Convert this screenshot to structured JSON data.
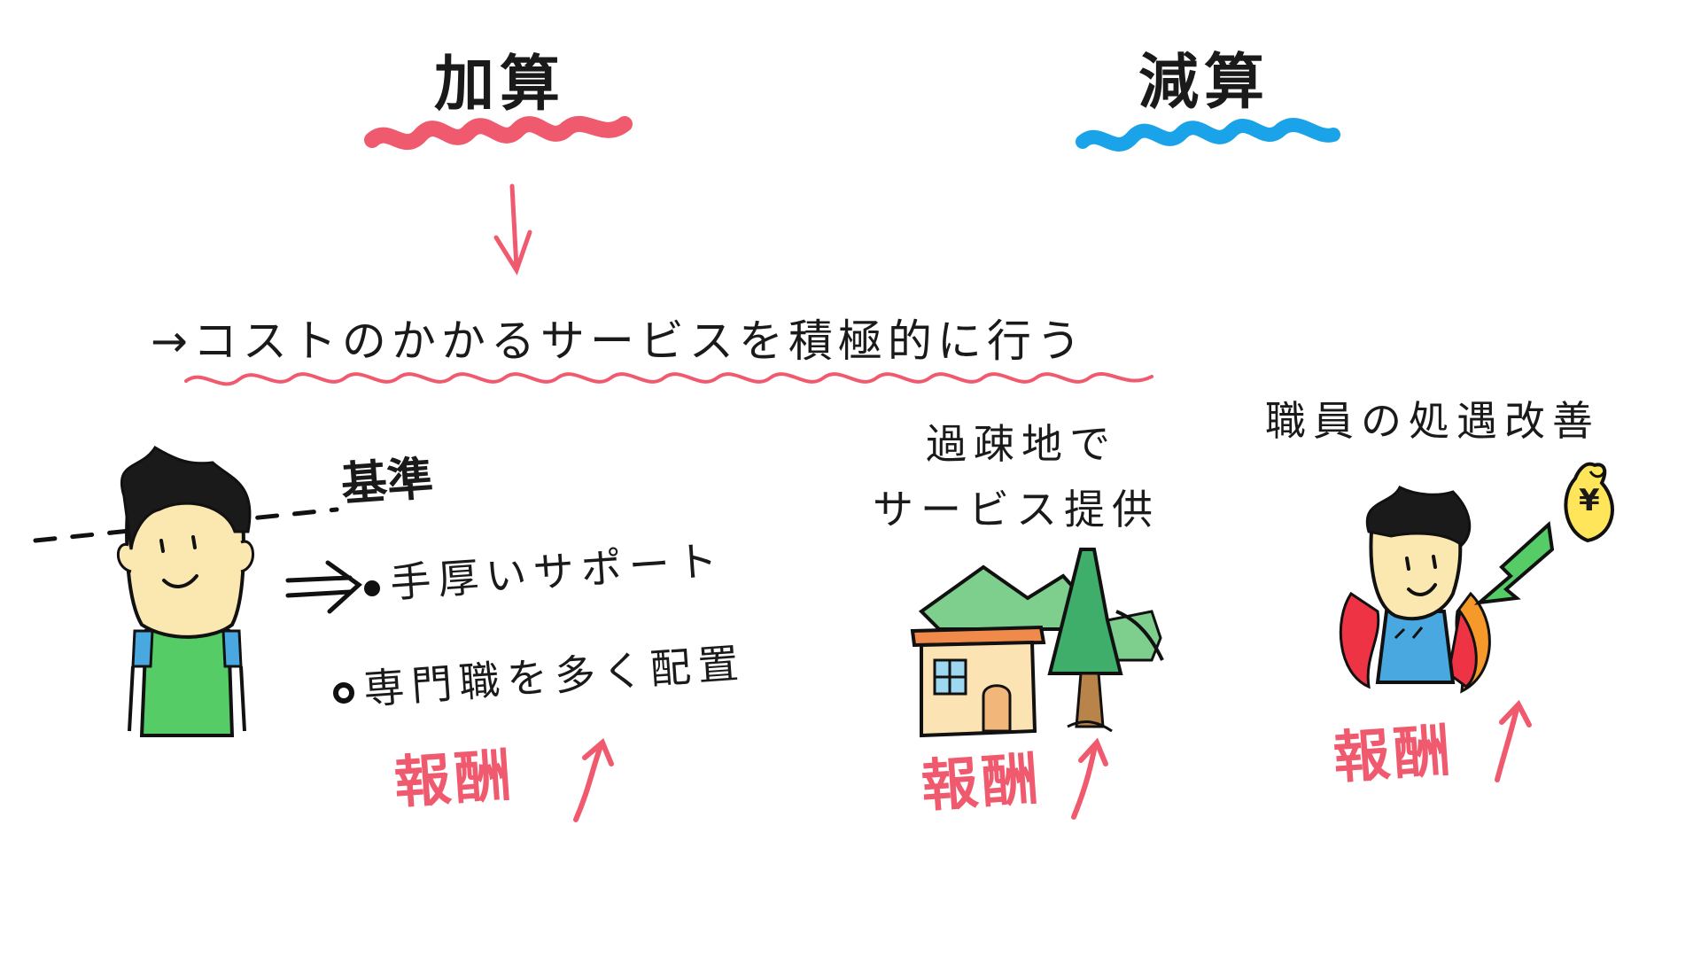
{
  "headers": {
    "addition": "加算",
    "subtraction": "減算"
  },
  "main_statement": "→コストのかかるサービスを積極的に行う",
  "baseline": {
    "label": "基準"
  },
  "support_items": [
    "手厚いサポート",
    "専門職を多く配置"
  ],
  "remote_area": {
    "line1": "過疎地で",
    "line2": "サービス提供"
  },
  "staff": {
    "caption": "職員の処遇改善",
    "coin_symbol": "¥"
  },
  "compensation": {
    "label": "報酬",
    "arrow": "↑"
  },
  "colors": {
    "addition_accent": "#f05a6e",
    "subtraction_accent": "#1aa3e8",
    "apron_green": "#55cc66",
    "skin": "#fbe7b0",
    "mountain_green": "#7ecf8e",
    "tree_green": "#3fae6a",
    "house_wall": "#fbe3b4",
    "roof": "#f08a4b",
    "coin_yellow": "#ffe55a",
    "flame_red": "#ee3344",
    "flame_orange": "#f59a2a"
  }
}
